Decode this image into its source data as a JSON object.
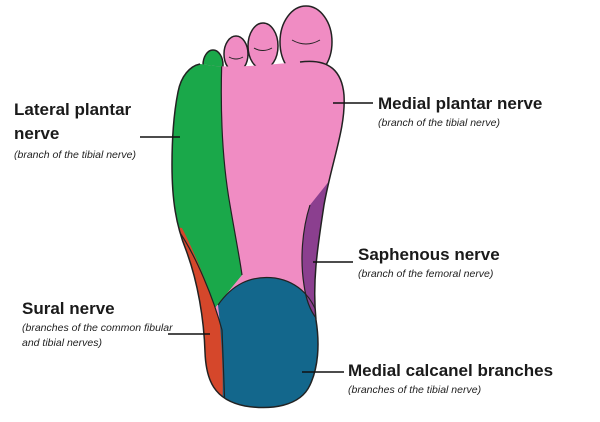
{
  "labels": {
    "lateral_plantar": {
      "title": "Lateral plantar nerve",
      "subtitle": "(branch of the tibial nerve)"
    },
    "medial_plantar": {
      "title": "Medial plantar nerve",
      "subtitle": "(branch of the tibial nerve)"
    },
    "saphenous": {
      "title": "Saphenous nerve",
      "subtitle": "(branch of the femoral nerve)"
    },
    "sural": {
      "title": "Sural nerve",
      "subtitle": "(branches of the common fibular and tibial nerves)"
    },
    "medial_calcaneal": {
      "title": "Medial calcanel branches",
      "subtitle": "(branches of the tibial nerve)"
    }
  },
  "colors": {
    "lateral_plantar": "#1aa84a",
    "medial_plantar": "#f08cc3",
    "saphenous": "#8b3f8f",
    "sural": "#d5472b",
    "medial_calcaneal": "#13678c",
    "outline": "#222222"
  }
}
